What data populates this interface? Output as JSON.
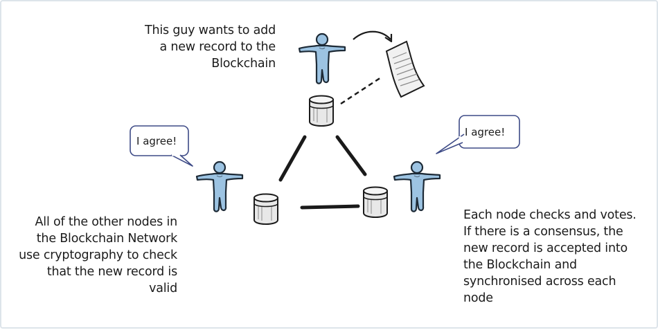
{
  "top_note": {
    "lines": [
      "This guy wants to add",
      "a new record to the",
      "Blockchain"
    ]
  },
  "left_note": {
    "lines": [
      "All of the other nodes in",
      "the Blockchain Network",
      "use cryptography to check",
      "that the new record is",
      "valid"
    ]
  },
  "right_note": {
    "lines": [
      "Each node checks and votes.",
      "If there is a consensus, the",
      "new record is accepted into",
      "the Blockchain and",
      "synchronised across each",
      "node"
    ]
  },
  "bubbles": {
    "left": "I agree!",
    "right": "I agree!"
  },
  "colors": {
    "person_fill": "#9cc3e2",
    "person_stroke": "#1d2a36",
    "bubble_border": "#3d4a86",
    "bubble_fill": "#ffffff",
    "line": "#1a1a1a",
    "database_fill": "#e6e6e6"
  }
}
